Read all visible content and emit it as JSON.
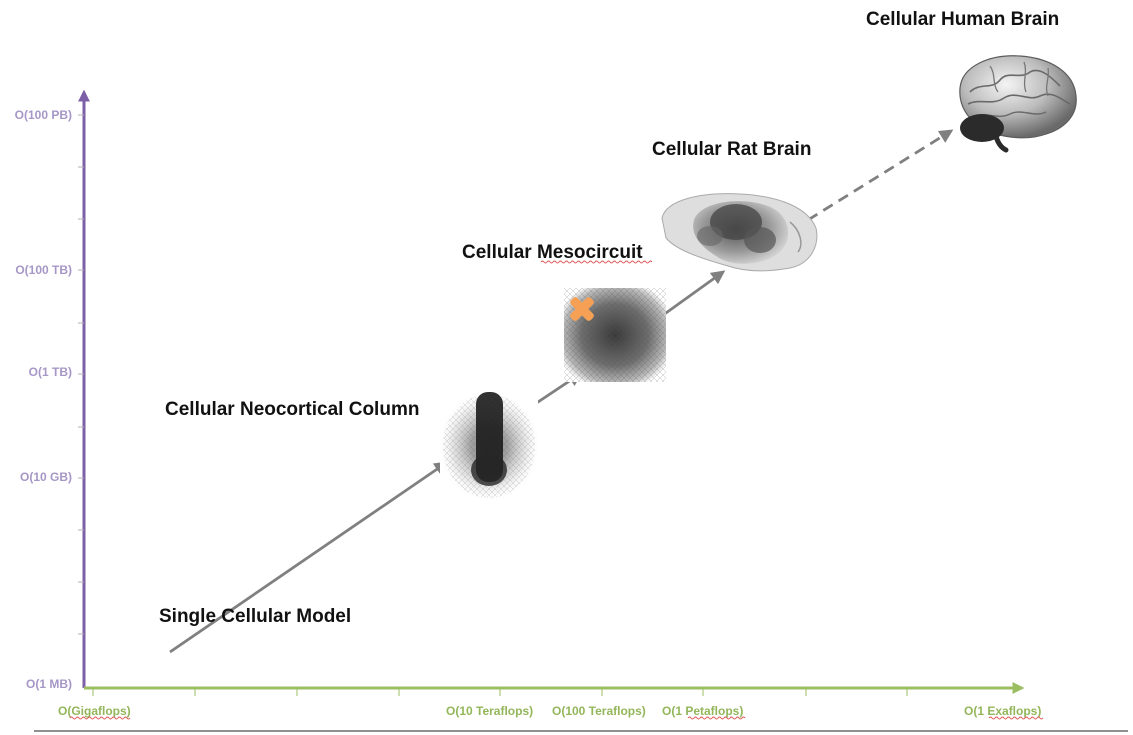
{
  "y_axis": {
    "color": "#7d5fa8",
    "labels": [
      "O(100 PB)",
      "O(100 TB)",
      "O(1 TB)",
      "O(10 GB)",
      "O(1 MB)"
    ]
  },
  "x_axis": {
    "color": "#9bbf60",
    "labels": [
      "O(Gigaflops)",
      "O(10 Teraflops)",
      "O(100 Teraflops)",
      "O(1 Petaflops)",
      "O(1 Exaflops)"
    ]
  },
  "stages": {
    "single": "Single Cellular Model",
    "column": "Cellular Neocortical Column",
    "meso": "Cellular Mesocircuit",
    "rat": "Cellular Rat Brain",
    "human": "Cellular Human Brain"
  },
  "icons": {
    "column": "neocortical-column-image",
    "meso": "mesocircuit-image",
    "marker": "orange-x-marker-icon",
    "rat": "rat-brain-image",
    "human": "human-brain-image"
  },
  "colors": {
    "arrow": "#808080",
    "marker": "#f5a055"
  }
}
